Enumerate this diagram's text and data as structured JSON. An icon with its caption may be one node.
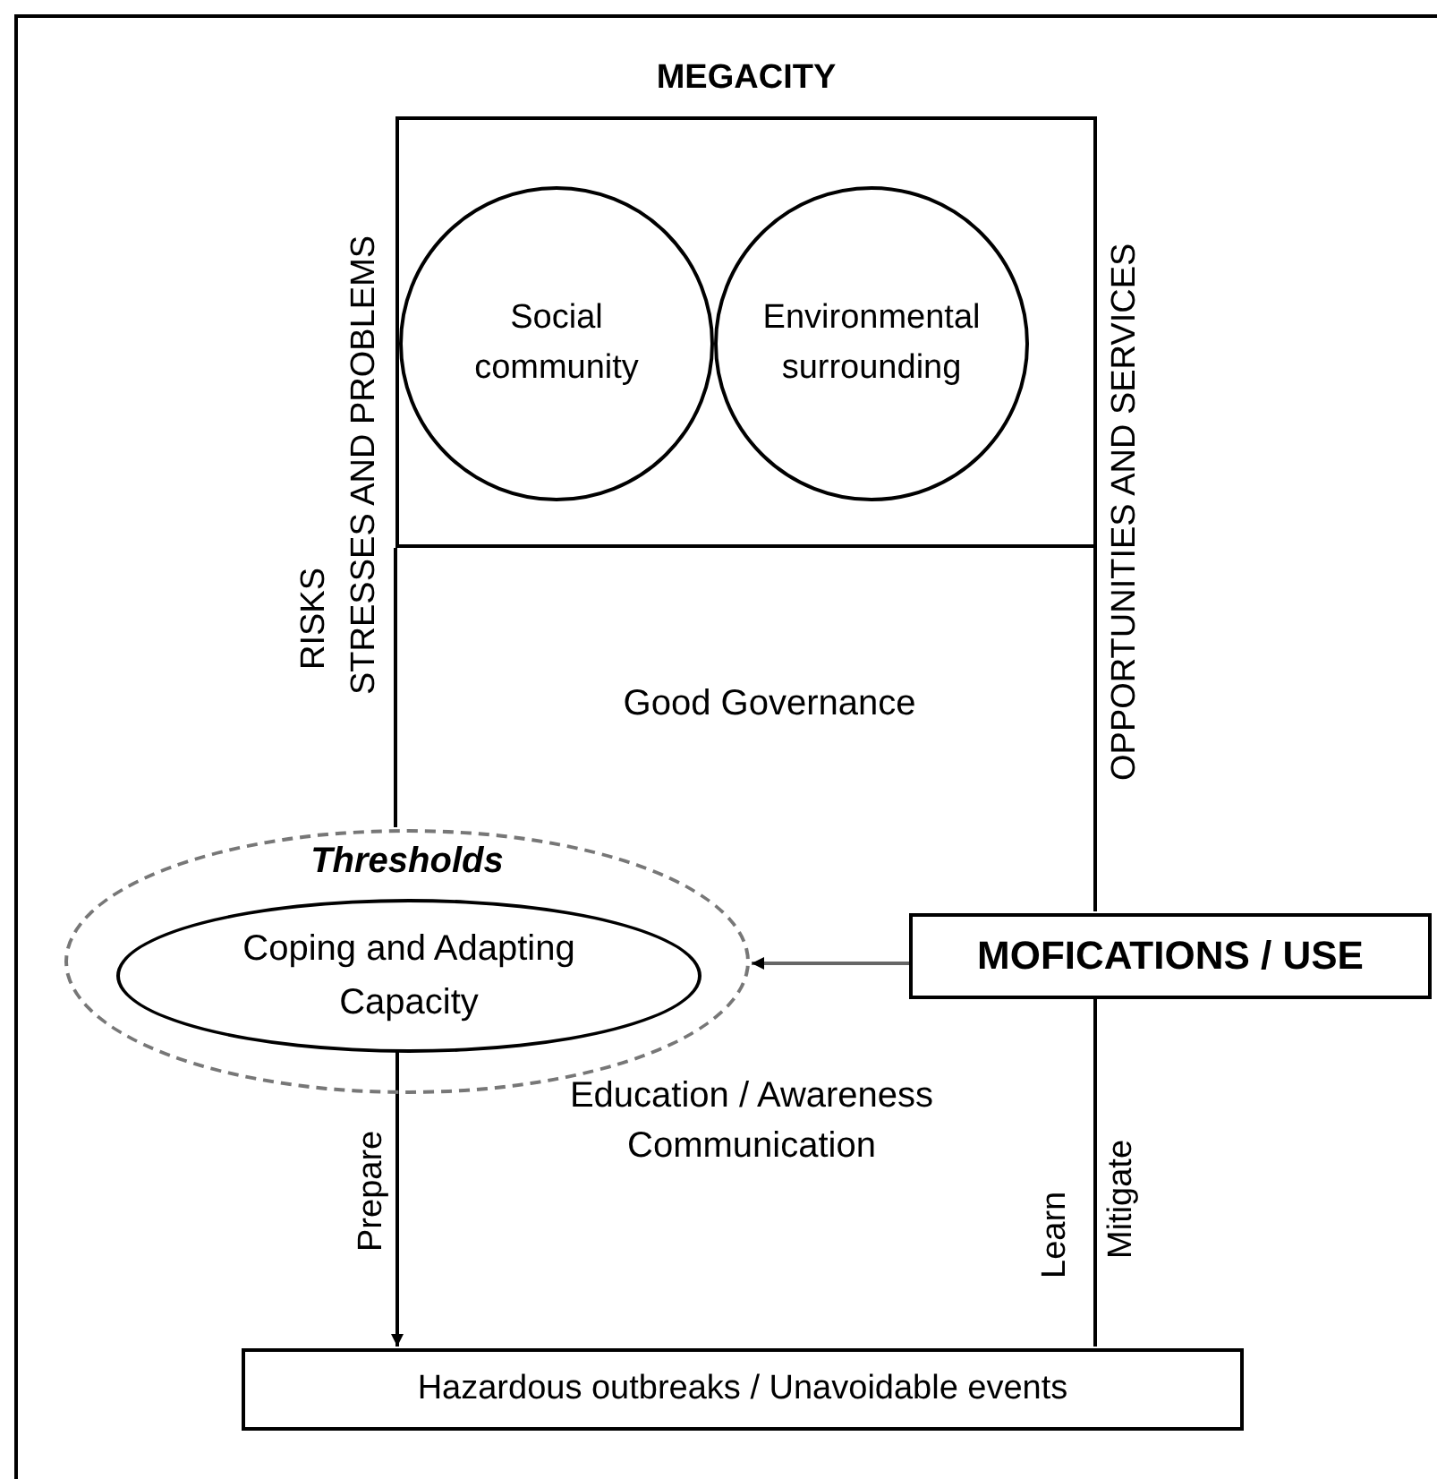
{
  "diagram": {
    "nodes": [
      {
        "text": [
          "MEGACITY"
        ]
      },
      {
        "text": [
          "Social community"
        ],
        "in": 0
      },
      {
        "text": [
          "Environmental surrounding"
        ],
        "in": 0
      },
      {
        "text": [
          "Thresholds"
        ]
      },
      {
        "text": [
          "Coping and Adapting Capacity"
        ],
        "in": 3
      },
      {
        "text": [
          "MOFICATIONS / USE"
        ]
      },
      {
        "text": [
          "Hazardous outbreaks / Unavoidable events"
        ]
      }
    ],
    "edges": [
      {
        "from": 0,
        "to": 3,
        "arrow": "none",
        "label": "STRESSES AND PROBLEMS"
      },
      {
        "from": 0,
        "to": 5,
        "arrow": "none",
        "label": "OPPORTUNITIES AND SERVICES"
      },
      {
        "from": 5,
        "to": 3,
        "arrow": "to",
        "color": "#666666"
      },
      {
        "from": 4,
        "to": 6,
        "arrow": "to",
        "label": "Prepare"
      },
      {
        "from": 5,
        "to": 6,
        "arrow": "none",
        "label": "Mitigate"
      }
    ],
    "labels": [
      "RISKS",
      "Good Governance",
      "Education / Awareness Communication",
      "Learn"
    ]
  }
}
